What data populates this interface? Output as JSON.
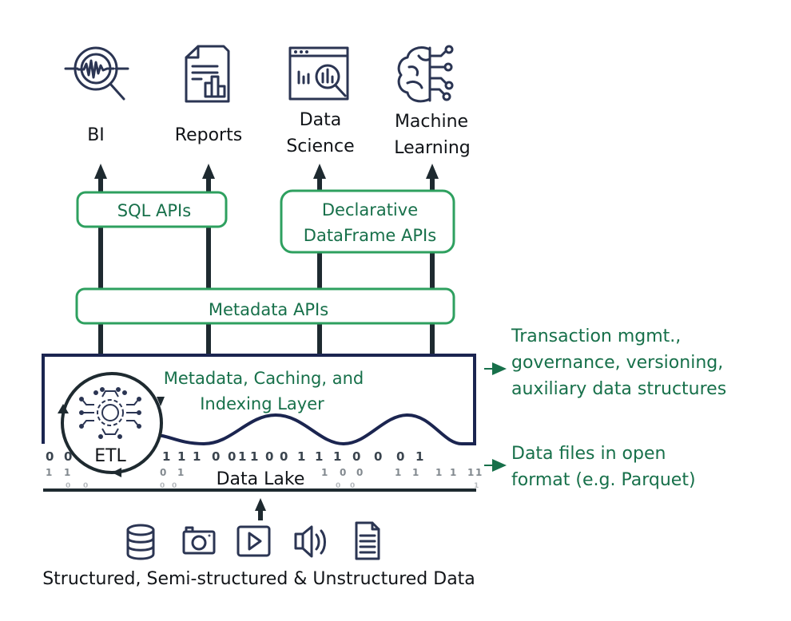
{
  "consumers": [
    {
      "id": "bi",
      "icon": "magnifier-waveform-icon",
      "lines": [
        "BI"
      ]
    },
    {
      "id": "reports",
      "icon": "report-chart-icon",
      "lines": [
        "Reports"
      ]
    },
    {
      "id": "data-science",
      "icon": "browser-analytics-icon",
      "lines": [
        "Data",
        "Science"
      ]
    },
    {
      "id": "machine-learning",
      "icon": "brain-circuit-icon",
      "lines": [
        "Machine",
        "Learning"
      ]
    }
  ],
  "apis": {
    "sql": "SQL APIs",
    "dataframe": [
      "Declarative",
      "DataFrame APIs"
    ],
    "metadata": "Metadata APIs"
  },
  "layer": {
    "title": [
      "Metadata, Caching, and",
      "Indexing Layer"
    ],
    "etl": "ETL",
    "lake": "Data Lake"
  },
  "annotations": {
    "layer_note": [
      "Transaction mgmt.,",
      "governance, versioning,",
      "auxiliary data structures"
    ],
    "lake_note": [
      "Data files in open",
      "format (e.g. Parquet)"
    ]
  },
  "sources": {
    "icons": [
      "database-icon",
      "camera-icon",
      "video-play-icon",
      "speaker-icon",
      "document-icon"
    ],
    "label": "Structured, Semi-structured & Unstructured Data"
  },
  "bits": {
    "row1": [
      "0",
      "0",
      "0",
      "1",
      "1",
      "1",
      "0",
      "0",
      "1",
      "1",
      "0",
      "0",
      "1",
      "1",
      "1",
      "0",
      "0",
      "0",
      "1"
    ],
    "row2": [
      "1",
      "1",
      "0",
      "0",
      "1",
      "1",
      "0",
      "0",
      "1",
      "1",
      "1",
      "1",
      "1",
      "1"
    ],
    "row3": [
      "0",
      "0",
      "0",
      "0",
      "0",
      "0",
      "1"
    ]
  },
  "colors": {
    "green_text": "#17704a",
    "green_border": "#2ea05f",
    "dark": "#1e2a30",
    "navy": "#1b2550"
  }
}
